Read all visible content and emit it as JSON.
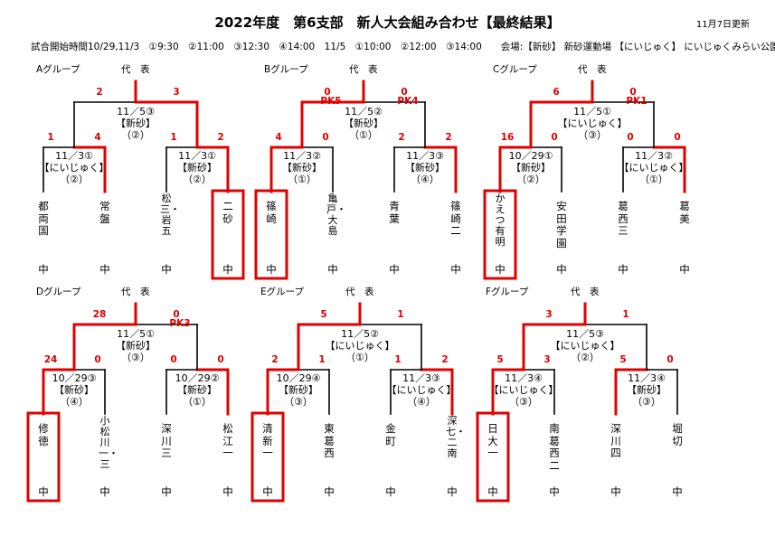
{
  "title": "2022年度　第6支部　新人大会組み合わせ【最終結果】",
  "updated": "11月7日更新",
  "schedule": "試合開始時間10/29,11/3　①9:30　②11:00　③12:30　④14:00　11/5　①10:00　②12:00　③14:00　　会場:【新砂】 新砂運動場 【にいじゅく】 にいじゅくみらい公園",
  "rep_label": "代　表",
  "suffix": "中",
  "groups": [
    {
      "name": "Aグループ",
      "final": {
        "l1": "11／5③",
        "l2": "【新砂】",
        "l3": "（②）",
        "score_l": "2",
        "score_r": "3",
        "pk_l": "",
        "pk_r": ""
      },
      "semi_l": {
        "l1": "11／3①",
        "l2": "【にいじゅく】",
        "l3": "（②）",
        "score_l": "1",
        "score_r": "4",
        "pk_l": "",
        "pk_r": ""
      },
      "semi_r": {
        "l1": "11／3①",
        "l2": "【新砂】",
        "l3": "（②）",
        "score_l": "1",
        "score_r": "2",
        "pk_l": "",
        "pk_r": ""
      },
      "teams": [
        "都両国",
        "常盤",
        "松三・岩五",
        "二砂"
      ]
    },
    {
      "name": "Bグループ",
      "final": {
        "l1": "11／5②",
        "l2": "【新砂】",
        "l3": "（①）",
        "score_l": "0",
        "score_r": "0",
        "pk_l": "PK5",
        "pk_r": "PK4"
      },
      "semi_l": {
        "l1": "11／3②",
        "l2": "【新砂】",
        "l3": "（①）",
        "score_l": "4",
        "score_r": "0",
        "pk_l": "",
        "pk_r": ""
      },
      "semi_r": {
        "l1": "11／3③",
        "l2": "【新砂】",
        "l3": "（④）",
        "score_l": "2",
        "score_r": "2",
        "pk_l": "",
        "pk_r": ""
      },
      "teams": [
        "篠崎",
        "亀戸・大島",
        "青葉",
        "篠崎二"
      ]
    },
    {
      "name": "Cグループ",
      "final": {
        "l1": "11／5①",
        "l2": "【にいじゅく】",
        "l3": "（③）",
        "score_l": "6",
        "score_r": "0",
        "pk_l": "",
        "pk_r": "PK1"
      },
      "semi_l": {
        "l1": "10／29①",
        "l2": "【新砂】",
        "l3": "（②）",
        "score_l": "16",
        "score_r": "0",
        "pk_l": "",
        "pk_r": ""
      },
      "semi_r": {
        "l1": "11／3②",
        "l2": "【にいじゅく】",
        "l3": "（①）",
        "score_l": "0",
        "score_r": "0",
        "pk_l": "",
        "pk_r": ""
      },
      "teams": [
        "かえつ有明",
        "安田学園",
        "葛西三",
        "葛美"
      ]
    },
    {
      "name": "Dグループ",
      "final": {
        "l1": "11／5①",
        "l2": "【新砂】",
        "l3": "（③）",
        "score_l": "28",
        "score_r": "0",
        "pk_l": "",
        "pk_r": "PK3"
      },
      "semi_l": {
        "l1": "10／29③",
        "l2": "【新砂】",
        "l3": "（④）",
        "score_l": "24",
        "score_r": "0",
        "pk_l": "",
        "pk_r": ""
      },
      "semi_r": {
        "l1": "10／29②",
        "l2": "【新砂】",
        "l3": "（①）",
        "score_l": "0",
        "score_r": "0",
        "pk_l": "",
        "pk_r": ""
      },
      "teams": [
        "修徳",
        "小松川一・三",
        "深川三",
        "松江一"
      ]
    },
    {
      "name": "Eグループ",
      "final": {
        "l1": "11／5②",
        "l2": "【にいじゅく】",
        "l3": "（①）",
        "score_l": "5",
        "score_r": "1",
        "pk_l": "",
        "pk_r": ""
      },
      "semi_l": {
        "l1": "10／29④",
        "l2": "【新砂】",
        "l3": "（③）",
        "score_l": "2",
        "score_r": "1",
        "pk_l": "",
        "pk_r": ""
      },
      "semi_r": {
        "l1": "11／3③",
        "l2": "【にいじゅく】",
        "l3": "（④）",
        "score_l": "1",
        "score_r": "2",
        "pk_l": "",
        "pk_r": ""
      },
      "teams": [
        "清新一",
        "東葛西",
        "金町",
        "深七・二南"
      ]
    },
    {
      "name": "Fグループ",
      "final": {
        "l1": "11／5③",
        "l2": "【にいじゅく】",
        "l3": "（②）",
        "score_l": "3",
        "score_r": "1",
        "pk_l": "",
        "pk_r": ""
      },
      "semi_l": {
        "l1": "11／3④",
        "l2": "【にいじゅく】",
        "l3": "（③）",
        "score_l": "5",
        "score_r": "3",
        "pk_l": "",
        "pk_r": ""
      },
      "semi_r": {
        "l1": "11／3④",
        "l2": "【新砂】",
        "l3": "（③）",
        "score_l": "5",
        "score_r": "0",
        "pk_l": "",
        "pk_r": ""
      },
      "teams": [
        "日大一",
        "南葛西二",
        "深川四",
        "堀切"
      ]
    }
  ],
  "colors": {
    "win": "#e00000",
    "line": "#000000",
    "score": "#e00000"
  }
}
